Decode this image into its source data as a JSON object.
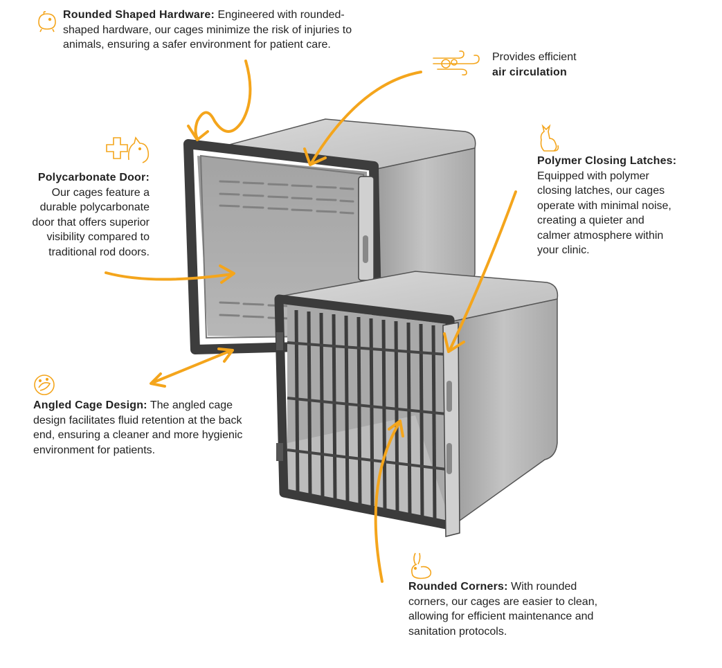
{
  "callouts": {
    "hardware": {
      "title": "Rounded Shaped Hardware:",
      "lines": [
        "Engineered with rounded-",
        "shaped hardware, our cages minimize the risk of injuries to",
        "animals, ensuring a safer environment for patient care."
      ]
    },
    "air": {
      "line1": "Provides efficient",
      "bold": "air circulation"
    },
    "door": {
      "title": "Polycarbonate Door:",
      "lines": [
        "Our cages feature a",
        "durable polycarbonate",
        "door that offers superior",
        "visibility compared to",
        "traditional rod doors."
      ]
    },
    "latches": {
      "title": "Polymer Closing Latches:",
      "lines": [
        "Equipped with polymer",
        "closing latches, our cages",
        "operate with minimal noise,",
        "creating a quieter and",
        "calmer atmosphere within",
        "your clinic."
      ]
    },
    "angled": {
      "title": "Angled Cage Design:",
      "lines": [
        "The angled cage",
        "design facilitates fluid retention at the back",
        "end, ensuring a cleaner and more hygienic",
        "environment for patients."
      ]
    },
    "corners": {
      "title": "Rounded Corners:",
      "lines": [
        "With rounded",
        "corners, our cages are easier to clean,",
        "allowing for efficient maintenance and",
        "sanitation protocols."
      ]
    }
  },
  "icons": [
    "hamster-icon",
    "wind-icon",
    "cat-dog-icon",
    "cat-icon",
    "bird-icon",
    "rabbit-icon"
  ],
  "colors": {
    "accent": "#f4a51c",
    "frame": "#3d3d3d",
    "body": "#c9c9c9"
  }
}
